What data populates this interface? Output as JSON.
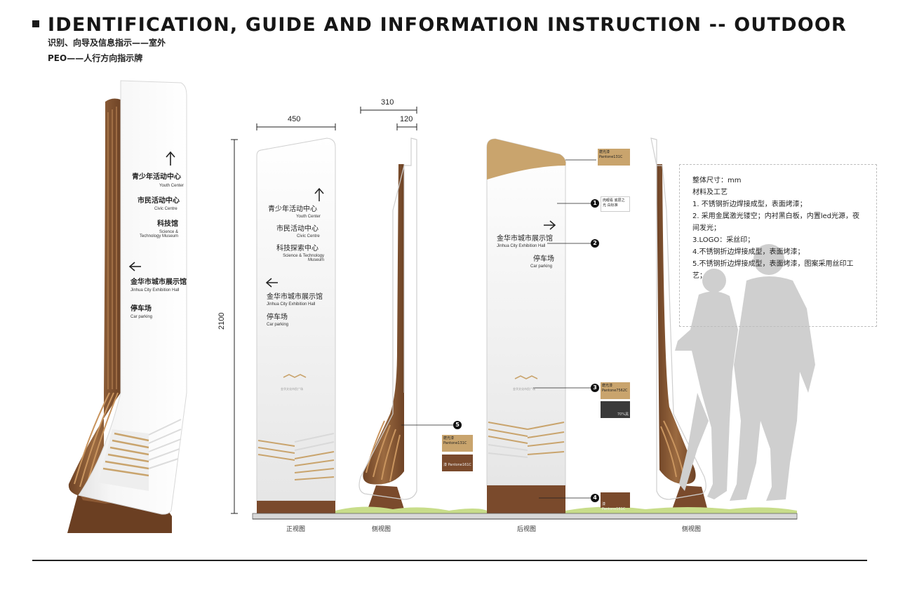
{
  "header": {
    "title": "IDENTIFICATION, GUIDE AND INFORMATION INSTRUCTION -- OUTDOOR",
    "subtitle_cn": "识别、向导及信息指示——室外",
    "subtitle_code": "PEO——人行方向指示牌"
  },
  "dimensions": {
    "front_width": "450",
    "side_depth": "310",
    "side_top": "120",
    "height": "2100"
  },
  "view_labels": {
    "front": "正视图",
    "side": "侧视图",
    "back": "后视图",
    "side2": "侧视图"
  },
  "sign_entries": [
    {
      "cn": "青少年活动中心",
      "en": "Youth Center"
    },
    {
      "cn": "市民活动中心",
      "en": "Civic Centre"
    },
    {
      "cn": "科技馆",
      "en": "Science & Technology Museum"
    },
    {
      "cn": "科技探索中心",
      "en": "Science & Technology Museum"
    },
    {
      "cn": "金华市城市展示馆",
      "en": "Jinhua City Exhibition Hall"
    },
    {
      "cn": "停车场",
      "en": "Car parking"
    }
  ],
  "callouts": [
    "1",
    "2",
    "3",
    "4",
    "5"
  ],
  "swatches": {
    "top": "磨光漆 Pantone131C",
    "c1": "肉眼看 底层之光 白标准",
    "c3a": "磨光漆 Pantone7562C",
    "c3b": "70%黑",
    "c4": "漆 Pantone161C",
    "c5a": "磨光漆 Pantone131C",
    "c5b": "漆 Pantone161C"
  },
  "logo_text": "金华文化市民广场",
  "notes": {
    "heading": "整体尺寸：mm",
    "subheading": "材料及工艺",
    "items": [
      "1. 不锈钢折边焊接成型，表面烤漆；",
      "2. 采用金属激光镂空；内衬黑白板，内置led光源，夜间发光；",
      "3.LOGO：采丝印；",
      "4.不锈钢折边焊接成型，表面烤漆；",
      "5.不锈钢折边焊接成型，表面烤漆，图案采用丝印工艺；"
    ]
  },
  "colors": {
    "wood": "#8a5a35",
    "wood_light": "#b9875a",
    "gold": "#c9a46d",
    "base_brown": "#7a4a2c",
    "grass": "#c8dd8a",
    "silhouette": "#cfcfcf"
  }
}
